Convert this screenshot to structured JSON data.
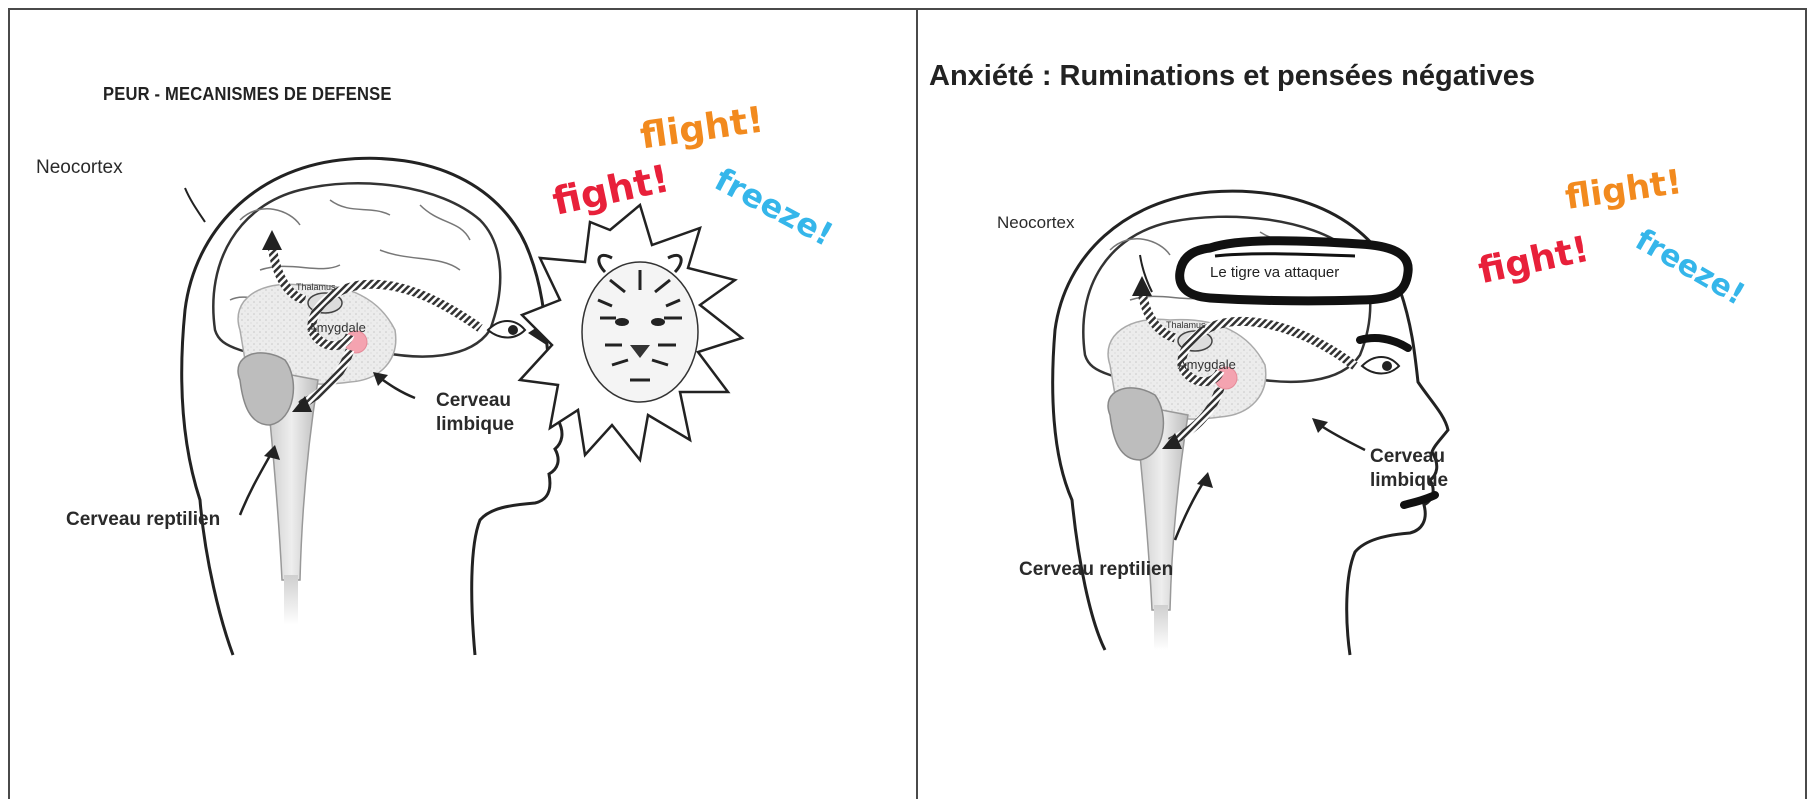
{
  "left_panel": {
    "title": "PEUR - MECANISMES DE DEFENSE",
    "neocortex_label": "Neocortex",
    "amygdale_label": "Amygdale",
    "thalamus_label": "Thalamus",
    "limbique_label_1": "Cerveau",
    "limbique_label_2": "limbique",
    "reptilien_label": "Cerveau reptilien",
    "reactions": {
      "fight": "fight!",
      "flight": "flight!",
      "freeze": "freeze!"
    }
  },
  "right_panel": {
    "title": "Anxiété : Ruminations et pensées négatives",
    "neocortex_label": "Neocortex",
    "thought_text": "Le tigre va attaquer",
    "amygdale_label": "Amygdale",
    "thalamus_label": "Thalamus",
    "limbique_label_1": "Cerveau",
    "limbique_label_2": "limbique",
    "reptilien_label": "Cerveau reptilien",
    "reactions": {
      "fight": "fight!",
      "flight": "flight!",
      "freeze": "freeze!"
    }
  },
  "colors": {
    "fight": "#e8203a",
    "flight": "#f28a1e",
    "freeze": "#35b6ea",
    "amygdala": "#f4a3b0"
  }
}
